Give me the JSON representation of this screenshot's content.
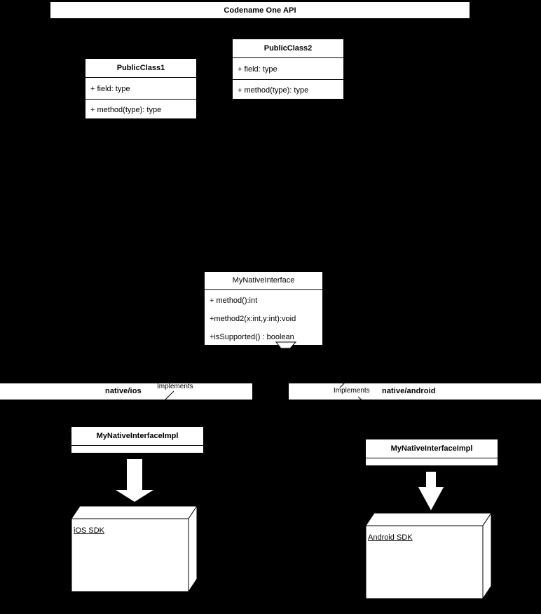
{
  "diagram": {
    "title": "Codename One API",
    "type": "uml-class-diagram",
    "background_color": "#000000",
    "shape_fill_color": "#ffffff",
    "stroke_color": "#000000"
  },
  "api_band": {
    "label": "Codename One API"
  },
  "classes": [
    {
      "id": "public-class-1",
      "name": "PublicClass1",
      "title_bold": true,
      "fields": [
        "+ field: type"
      ],
      "methods": [
        "+ method(type): type"
      ]
    },
    {
      "id": "public-class-2",
      "name": "PublicClass2",
      "title_bold": true,
      "fields": [
        "+ field: type"
      ],
      "methods": [
        "+ method(type): type"
      ]
    }
  ],
  "interface": {
    "id": "my-native-interface",
    "name": "MyNativeInterface",
    "title_bold": false,
    "members": [
      "+ method():int",
      "+method2(x:int,y:int):void",
      "+isSupported() : boolean"
    ]
  },
  "platform_bands": [
    {
      "id": "native-ios",
      "label": "native/ios",
      "relation_label": "Implements"
    },
    {
      "id": "native-android",
      "label": "native/android",
      "relation_label": "Implements"
    }
  ],
  "implementations": [
    {
      "id": "ios-impl",
      "name": "MyNativeInterfaceImpl",
      "title_bold": true
    },
    {
      "id": "android-impl",
      "name": "MyNativeInterfaceImpl",
      "title_bold": true
    }
  ],
  "sdk_nodes": [
    {
      "id": "ios-sdk",
      "label": "iOS SDK",
      "underlined": true
    },
    {
      "id": "android-sdk",
      "label": "Android SDK",
      "underlined": true
    }
  ]
}
